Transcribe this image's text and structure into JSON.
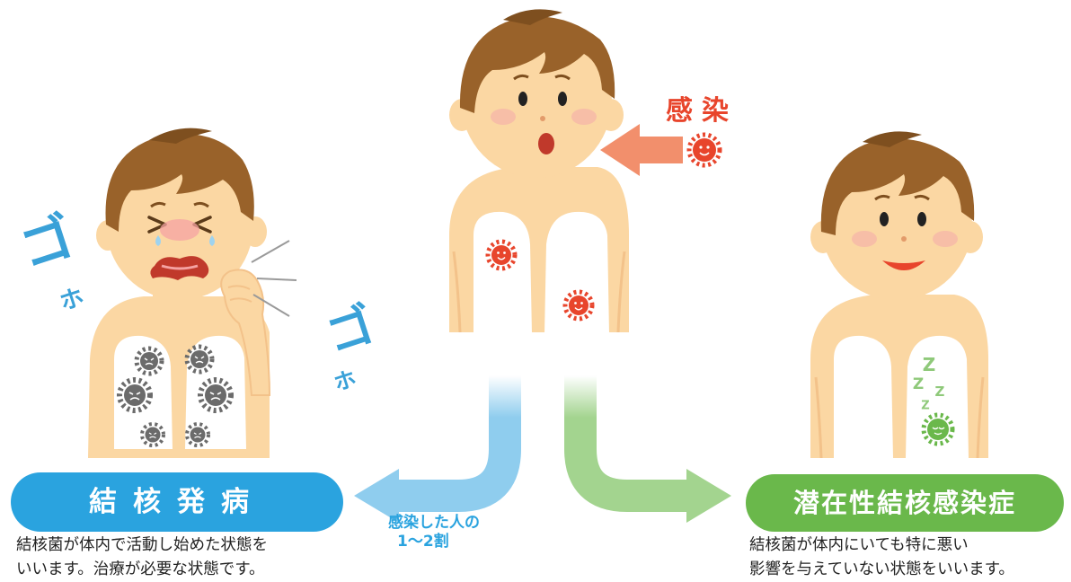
{
  "colors": {
    "skin": "#fbd7a3",
    "skin_shadow": "#f3c28a",
    "hair": "#99622a",
    "hair_dark": "#7e4f1f",
    "blush": "#f5b4a8",
    "infection_red": "#e8452c",
    "infection_arrow": "#f28f6c",
    "cough_blue": "#3aa1d8",
    "disease_blue": "#2aa3df",
    "latent_green": "#6ab84b",
    "germ_gray": "#6b6b6b",
    "dark_text": "#222222"
  },
  "infection": {
    "label": "感染",
    "icon": "red-germ-icon"
  },
  "cough": {
    "big_char": "ゴ",
    "small_char": "ホ"
  },
  "active_tb": {
    "title": "結核発病",
    "description_line1": "結核菌が体内で活動し始めた状態を",
    "description_line2": "いいます。治療が必要な状態です。",
    "icon": "gray-germ-icon"
  },
  "latent_tb": {
    "title": "潜在性結核感染症",
    "description_line1": "結核菌が体内にいても特に悪い",
    "description_line2": "影響を与えていない状態をいいます。",
    "sleep_char": "Z",
    "icon": "sleeping-green-germ-icon"
  },
  "progression": {
    "ratio_line1": "感染した人の",
    "ratio_line2": "1～2割"
  }
}
